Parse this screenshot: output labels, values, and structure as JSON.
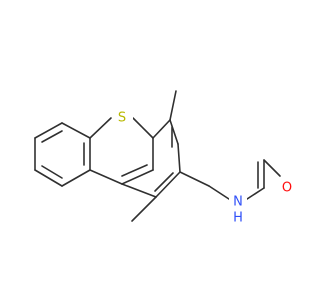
{
  "molecule": {
    "atoms": {
      "S": {
        "label": "S",
        "color": "#b8b800"
      },
      "N": {
        "label": "N",
        "color": "#3050f8"
      },
      "H": {
        "label": "H",
        "color": "#3050f8"
      },
      "O": {
        "label": "O",
        "color": "#ff0d0d"
      }
    },
    "bond_color": "#303030",
    "background": "#ffffff"
  }
}
